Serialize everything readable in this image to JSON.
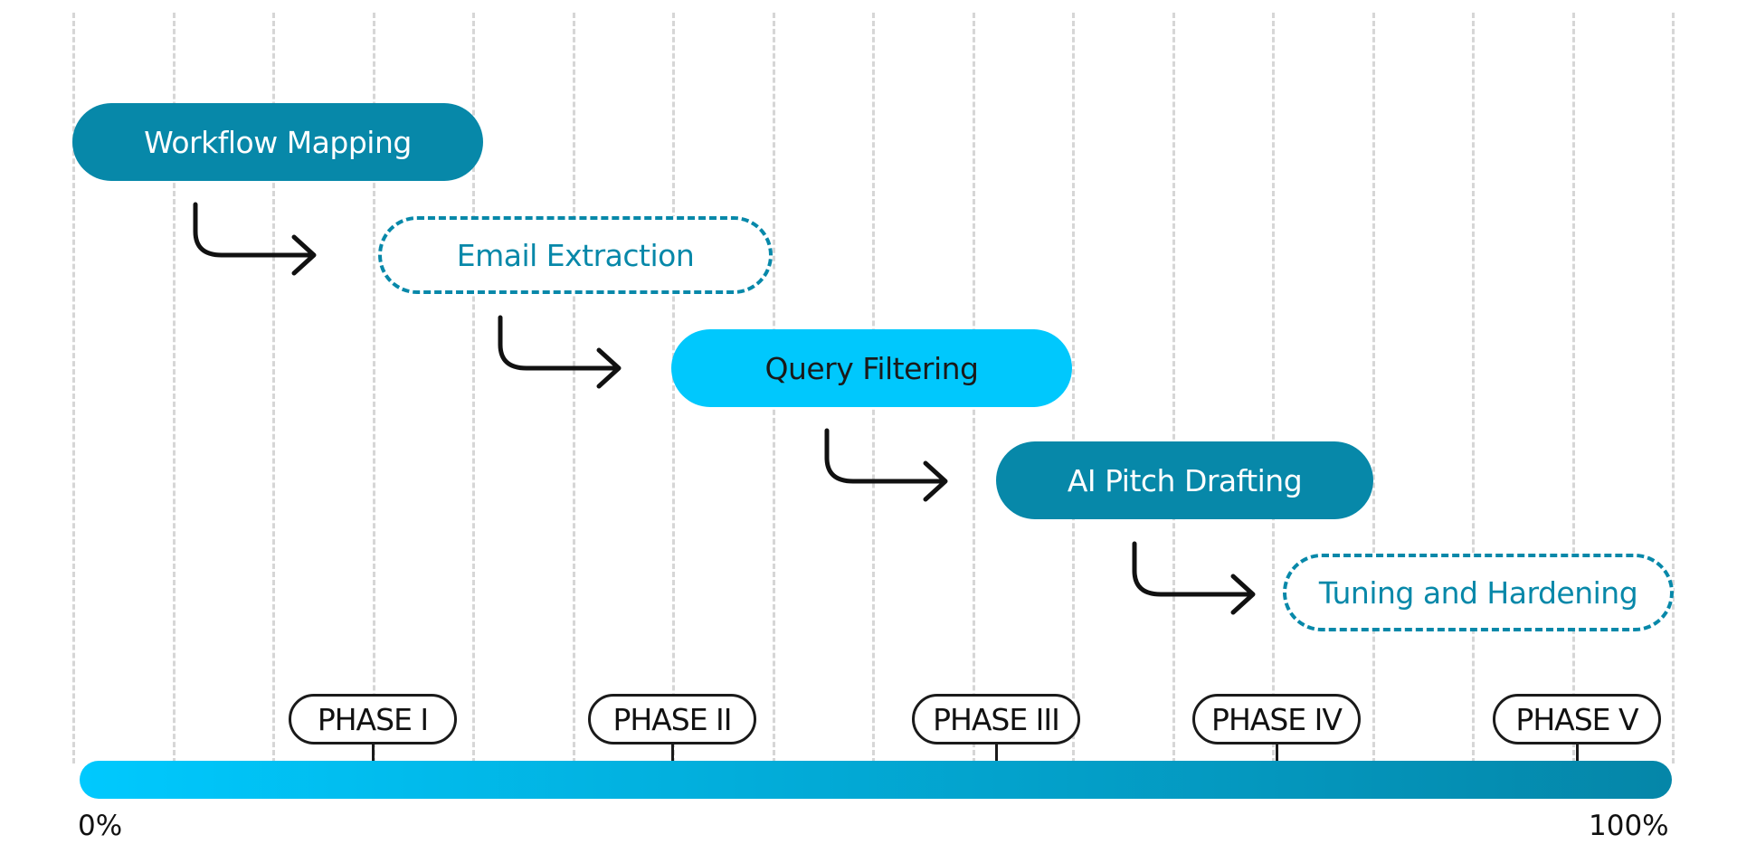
{
  "tasks": [
    {
      "label": "Workflow Mapping",
      "style": "solid-dark"
    },
    {
      "label": "Email Extraction",
      "style": "dashed"
    },
    {
      "label": "Query Filtering",
      "style": "solid-light"
    },
    {
      "label": "AI Pitch Drafting",
      "style": "solid-dark"
    },
    {
      "label": "Tuning and Hardening",
      "style": "dashed"
    }
  ],
  "phases": [
    "PHASE I",
    "PHASE II",
    "PHASE III",
    "PHASE IV",
    "PHASE V"
  ],
  "axis": {
    "start_label": "0%",
    "end_label": "100%"
  },
  "colors": {
    "primary": "#0788a9",
    "accent": "#00c8fd",
    "arrow": "#111111",
    "grid": "#d6d6d6"
  }
}
